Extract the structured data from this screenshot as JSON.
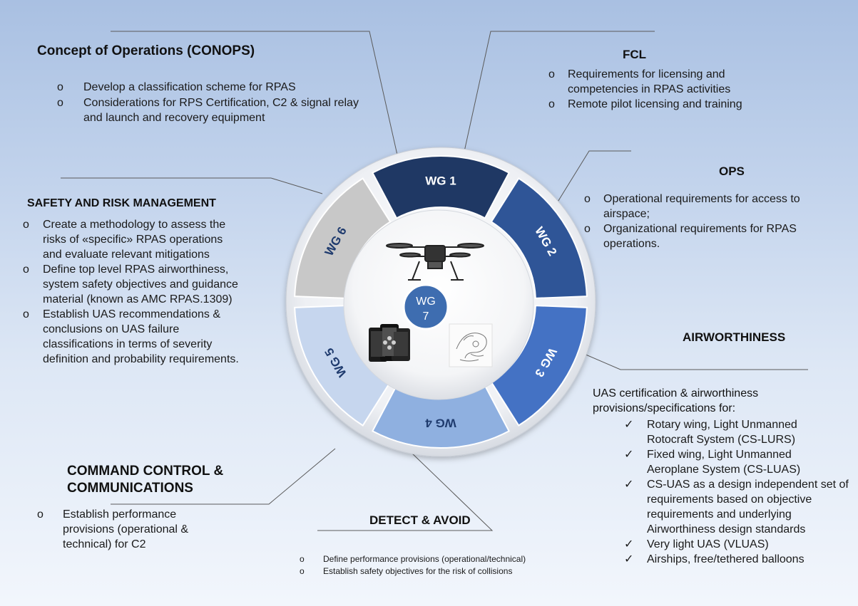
{
  "center": {
    "label_line1": "WG",
    "label_line2": "7"
  },
  "segments": [
    {
      "label": "WG 1",
      "color": "#1f3864"
    },
    {
      "label": "WG 2",
      "color": "#2f5597"
    },
    {
      "label": "WG 3",
      "color": "#4472c4"
    },
    {
      "label": "WG 4",
      "color": "#8fb0e0"
    },
    {
      "label": "WG 5",
      "color": "#c6d6ee"
    },
    {
      "label": "WG 6",
      "color": "#c8c8c8"
    }
  ],
  "blocks": {
    "conops": {
      "title": "Concept of Operations (CONOPS)",
      "bullet": "o",
      "items": [
        "Develop a classification scheme for RPAS",
        "Considerations for RPS Certification, C2 & signal relay and launch and recovery equipment"
      ]
    },
    "fcl": {
      "title": "FCL",
      "bullet": "o",
      "items": [
        "Requirements for licensing and competencies in RPAS activities",
        "Remote pilot licensing and training"
      ]
    },
    "ops": {
      "title": "OPS",
      "bullet": "o",
      "items": [
        "Operational requirements for access to airspace;",
        "Organizational requirements for RPAS operations."
      ]
    },
    "safety": {
      "title": "SAFETY AND RISK MANAGEMENT",
      "bullet": "o",
      "items": [
        "Create a methodology to assess the risks of «specific» RPAS operations and evaluate relevant mitigations",
        "Define top level RPAS airworthiness, system safety objectives and guidance material (known as AMC RPAS.1309)",
        "Establish UAS recommendations & conclusions on UAS failure classifications in terms of severity definition and probability requirements."
      ]
    },
    "airworthiness": {
      "title": "AIRWORTHINESS",
      "intro": "UAS certification & airworthiness provisions/specifications for:",
      "bullet": "✓",
      "items": [
        "Rotary wing, Light Unmanned Rotocraft System (CS-LURS)",
        "Fixed wing, Light Unmanned Aeroplane System (CS-LUAS)",
        "CS-UAS as a design independent set of requirements based on objective requirements and underlying Airworthiness design standards",
        "Very light UAS (VLUAS)",
        "Airships, free/tethered balloons"
      ]
    },
    "c2": {
      "title_line1": "COMMAND CONTROL &",
      "title_line2": "COMMUNICATIONS",
      "bullet": "o",
      "items": [
        "Establish performance provisions (operational & technical) for C2"
      ]
    },
    "daa": {
      "title": "DETECT & AVOID",
      "bullet": "o",
      "items": [
        "Define performance provisions (operational/technical)",
        "Establish safety objectives for the risk of collisions"
      ]
    }
  }
}
